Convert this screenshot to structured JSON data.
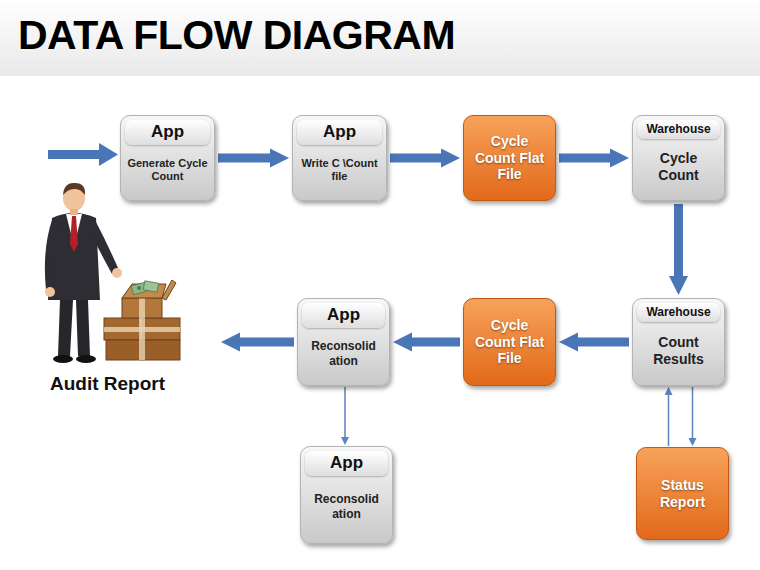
{
  "diagram": {
    "title": "DATA FLOW DIAGRAM",
    "nodes": [
      {
        "text": [
          "App",
          "Generate Cycle Count"
        ]
      },
      {
        "text": [
          "App",
          "Write C \\Count file"
        ]
      },
      {
        "text": [
          "Cycle Count Flat File"
        ]
      },
      {
        "text": [
          "Warehouse",
          "Cycle Count"
        ]
      },
      {
        "text": [
          "Warehouse",
          "Count Results"
        ]
      },
      {
        "text": [
          "Cycle Count Flat File"
        ]
      },
      {
        "text": [
          "App",
          "Reconsolid ation"
        ]
      },
      {
        "text": [
          "App",
          "Reconsolid ation"
        ]
      },
      {
        "text": [
          "Status Report"
        ]
      },
      {
        "text": [
          "Audit Report"
        ]
      }
    ],
    "edges": [
      {
        "from": 0,
        "to": 1,
        "arrow": "to"
      },
      {
        "from": 1,
        "to": 2,
        "arrow": "to"
      },
      {
        "from": 2,
        "to": 3,
        "arrow": "to"
      },
      {
        "from": 3,
        "to": 4,
        "arrow": "to"
      },
      {
        "from": 4,
        "to": 5,
        "arrow": "to"
      },
      {
        "from": 5,
        "to": 6,
        "arrow": "to"
      },
      {
        "from": 6,
        "to": 9,
        "arrow": "to"
      },
      {
        "from": 6,
        "to": 7,
        "arrow": "to"
      },
      {
        "from": 8,
        "to": 4,
        "arrow": "to"
      },
      {
        "from": 4,
        "to": 8,
        "arrow": "to"
      }
    ]
  }
}
